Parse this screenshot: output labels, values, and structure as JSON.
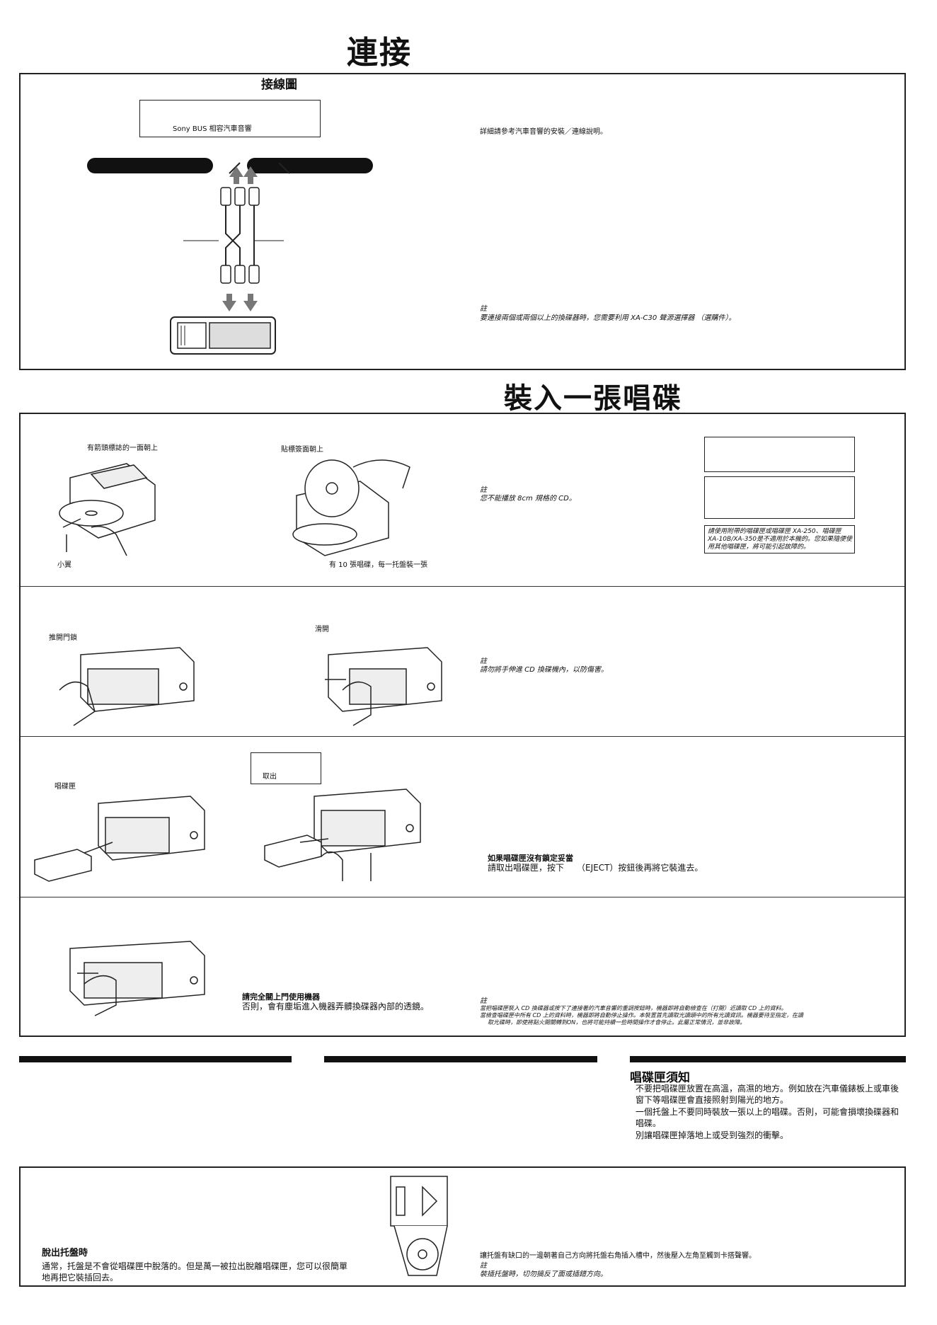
{
  "connection": {
    "title": "連接",
    "diagram_title": "接線圖",
    "unit_label": "Sony BUS 相容汽車音響",
    "detail_text": "詳細請參考汽車音響的安裝／連線說明。",
    "note_label": "註",
    "note_text": "要連接兩個或兩個以上的換碟器時，您需要利用 XA-C30 聲源選擇器 （選購件）。"
  },
  "loading": {
    "title": "裝入一張唱碟",
    "step1": {
      "label_label_side": "有箭頭標誌的一面朝上",
      "label_tab": "小翼",
      "label_sticker": "貼標簽面朝上",
      "label_capacity": "有 10 張唱碟，每一托盤裝一張",
      "note_label": "註",
      "note_text": "您不能播放 8cm 規格的 CD。",
      "warning_text": "請使用附帶的唱碟匣或唱碟匣 XA-250、唱碟匣 XA-10B/XA-350是不適用於本機的。您如果隨便使用其他唱碟匣，將可能引起故障的。"
    },
    "step2": {
      "label_push": "推開門鎖",
      "label_slide": "滑開",
      "note_label": "註",
      "note_text": "請勿將手伸進 CD 換碟機內，以防傷害。"
    },
    "step3": {
      "label_magazine": "唱碟匣",
      "label_eject": "取出",
      "warn_title": "如果唱碟匣沒有鎖定妥當",
      "warn_text": "請取出唱碟匣，按下　　（EJECT）按鈕後再將它裝進去。"
    },
    "step4": {
      "close_title": "請完全關上門使用機器",
      "close_text": "否則，會有塵垢進入機器弄髒換碟器內部的透鏡。",
      "note_label": "註",
      "note_line1": "當把唱碟匣裝入 CD 換碟器或按下了連接著的汽車音響的重調按鈕時，機器即將自動檢查在（打開）近讀取 CD 上的資料。",
      "note_line2": "當檢查唱碟匣中所有 CD 上的資料時，機器即將自動停止操作。本裝置首先讀取光讀頭中的所有光讀資訊。機器要待至指定，在讀",
      "note_line3": "取光碟時，即使將點火開關轉到ON，也將可能持續一些時間操作才會停止。此屬正常情況，並非故障。"
    }
  },
  "magazine_notes": {
    "title": "唱碟匣須知",
    "lines": [
      "不要把唱碟匣放置在高溫，高濕的地方。例如放在汽車儀錶板上或車後",
      "窗下等唱碟匣會直接照射到陽光的地方。",
      "一個托盤上不要同時裝放一張以上的唱碟。否則，可能會損壞換碟器和",
      "唱碟。",
      "別讓唱碟匣掉落地上或受到強烈的衝擊。"
    ]
  },
  "tray": {
    "title": "脫出托盤時",
    "text_line1": "通常，托盤是不會從唱碟匣中脫落的。但是萬一被拉出脫離唱碟匣，您可以很簡單",
    "text_line2": "地再把它裝插回去。",
    "insert_text": "讓托盤有缺口的一邊朝著自己方向將托盤右角插入槽中，然後壓入左角至觸到卡搭聲響。",
    "note_label": "註",
    "note_text": "裝插托盤時，切勿搞反了面或插錯方向。"
  }
}
